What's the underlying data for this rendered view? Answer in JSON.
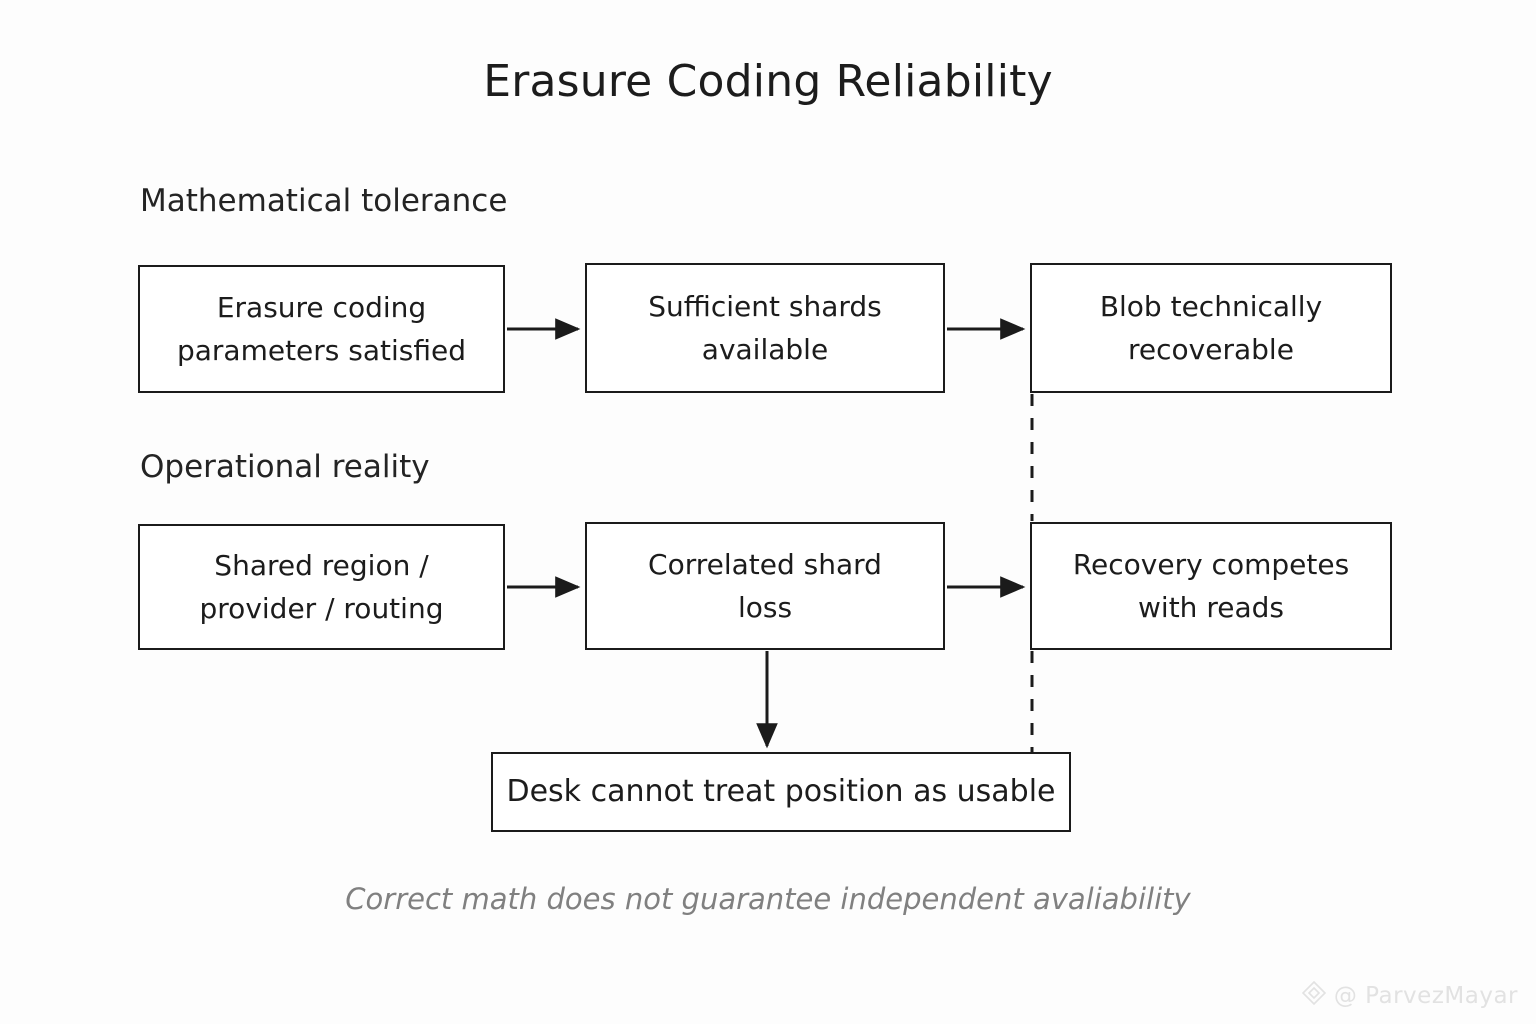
{
  "title": "Erasure Coding Reliability",
  "sections": {
    "math": "Mathematical tolerance",
    "ops": "Operational reality"
  },
  "nodes": {
    "ec_params": "Erasure coding\nparameters satisfied",
    "shards": "Sufficient shards\navailable",
    "blob": "Blob technically\nrecoverable",
    "shared_region": "Shared region /\nprovider / routing",
    "corr_loss": "Correlated shard\nloss",
    "recovery": "Recovery competes\nwith reads",
    "desk": "Desk cannot treat position as usable"
  },
  "caption": "Correct math does not guarantee independent avaliability",
  "watermark": {
    "handle": "@ ParvezMayar",
    "logo": "diamond-logo-icon"
  },
  "colors": {
    "background": "#fdfdfd",
    "stroke": "#1b1b1b",
    "text": "#1c1c1c",
    "caption": "#808080",
    "watermark": "#e2e2e2"
  },
  "connectors": [
    {
      "name": "ec-params-to-shards",
      "style": "solid-arrow"
    },
    {
      "name": "shards-to-blob",
      "style": "solid-arrow"
    },
    {
      "name": "shared-region-to-corr-loss",
      "style": "solid-arrow"
    },
    {
      "name": "corr-loss-to-recovery",
      "style": "solid-arrow"
    },
    {
      "name": "corr-loss-to-desk",
      "style": "solid-arrow"
    },
    {
      "name": "blob-to-recovery-dashed",
      "style": "dashed"
    },
    {
      "name": "recovery-to-desk-dashed",
      "style": "dashed"
    }
  ]
}
